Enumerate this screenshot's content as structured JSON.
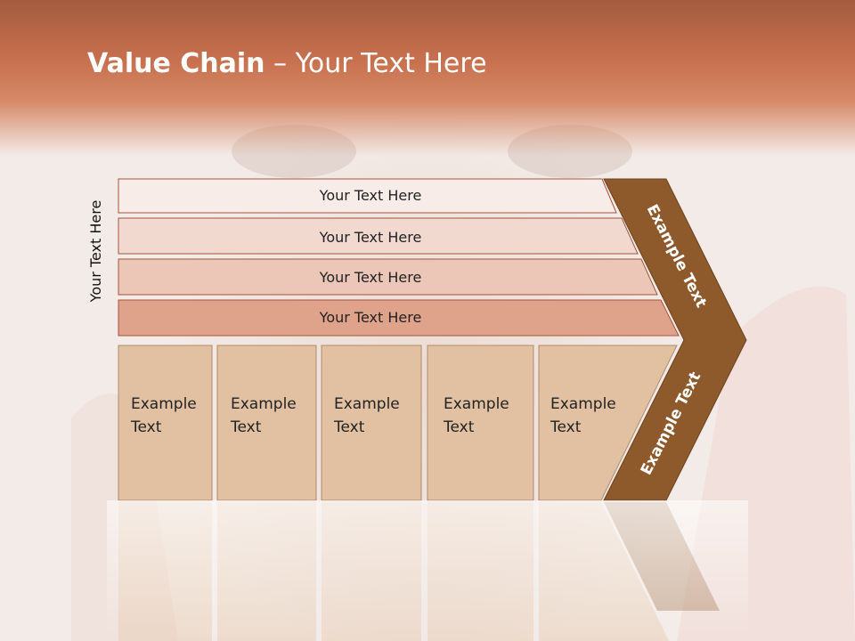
{
  "title": {
    "bold": "Value Chain",
    "rest": " – Your Text Here"
  },
  "side_label": "Your Text Here",
  "rows": [
    {
      "label": "Your Text Here",
      "fill": "#f8ece8"
    },
    {
      "label": "Your Text Here",
      "fill": "#f2d9cf"
    },
    {
      "label": "Your Text Here",
      "fill": "#ecc6b7"
    },
    {
      "label": "Your Text Here",
      "fill": "#dfa38b"
    }
  ],
  "boxes": [
    {
      "line1": "Example",
      "line2": "Text"
    },
    {
      "line1": "Example",
      "line2": "Text"
    },
    {
      "line1": "Example",
      "line2": "Text"
    },
    {
      "line1": "Example",
      "line2": "Text"
    },
    {
      "line1": "Example",
      "line2": "Text"
    }
  ],
  "chevron": {
    "upper_label": "Example Text",
    "lower_label": "Example Text",
    "fill": "#8e5a2c"
  },
  "colors": {
    "box_fill": "#e2c1a2",
    "row_stroke": "#a0553c"
  }
}
